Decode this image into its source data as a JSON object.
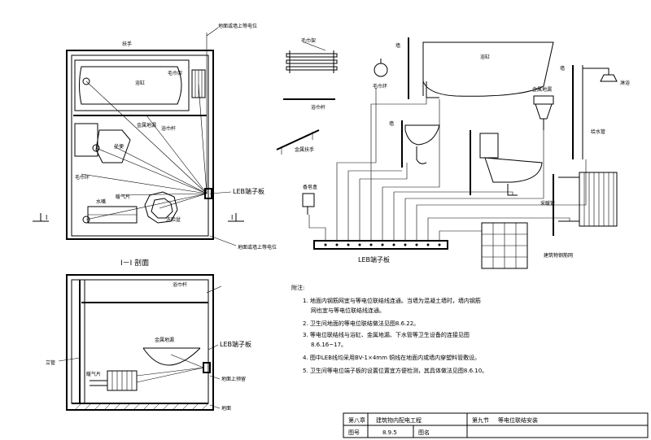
{
  "plan": {
    "labels": {
      "wall_ground_top": "地面或墙上等电位",
      "handrail": "扶手",
      "bathtub": "浴缸",
      "towel_rack": "毛巾架",
      "metal_floor_drain": "金属地漏",
      "soap_holder": "浴巾杆",
      "toilet": "坐便",
      "towel_ring": "毛巾环",
      "faucet": "水嘴",
      "heating": "暖气片",
      "washbasin": "洗脸盆",
      "leb_box": "LEB端子板",
      "wall_ground_bottom": "地面或墙上等电位",
      "section_mark_left": "I",
      "section_mark_right": "I"
    }
  },
  "section": {
    "title": "I－I 剖面",
    "labels": {
      "towel_bar": "浴巾杆",
      "metal_drain": "金属地漏",
      "leb": "LEB端子板",
      "riser": "立管",
      "heater": "暖气片",
      "wall_cable": "地面上预留",
      "floor": "地面"
    }
  },
  "details": {
    "labels": {
      "towel_rack": "毛巾架",
      "towel_ring": "毛巾环",
      "towel_bar": "浴巾杆",
      "handrail": "金属扶手",
      "soap": "香皂盒",
      "wall": "墙",
      "bathtub": "浴缸",
      "wall2": "墙",
      "metal_drain": "金属地漏",
      "shower": "淋浴",
      "wall3": "墙",
      "inlet": "给水管",
      "heating_pipe": "采暖管",
      "leb_bar": "LEB端子板",
      "floor_note": "建筑物钢筋网"
    }
  },
  "notes": {
    "heading": "附注:",
    "items": [
      "1. 地面内钢筋网宜与等电位联结线连通。当墙为混凝土墙时，墙内钢筋",
      "网也宜与等电位联结线连通。",
      "2. 卫生间地面的等电位联结做法见图8.6.22。",
      "3. 等电位联结线与浴缸、金属地漏、下水管等卫生设备的连接见图",
      "8.6.16~17。",
      "4. 图中LEB线均采用BV-1×4mm 铜线在地面内或墙内穿塑料管敷设。",
      "5. 卫生间等电位端子板的设置位置宜方便检测，其具体做法见图8.6.10。"
    ]
  },
  "title_block": {
    "chapter": "第八章",
    "chapter_title": "建筑物内配电工程",
    "section": "第九节",
    "section_title": "等电位联结安装",
    "fig_label": "图号",
    "fig_no": "8.9.5",
    "page_label": "图名"
  }
}
